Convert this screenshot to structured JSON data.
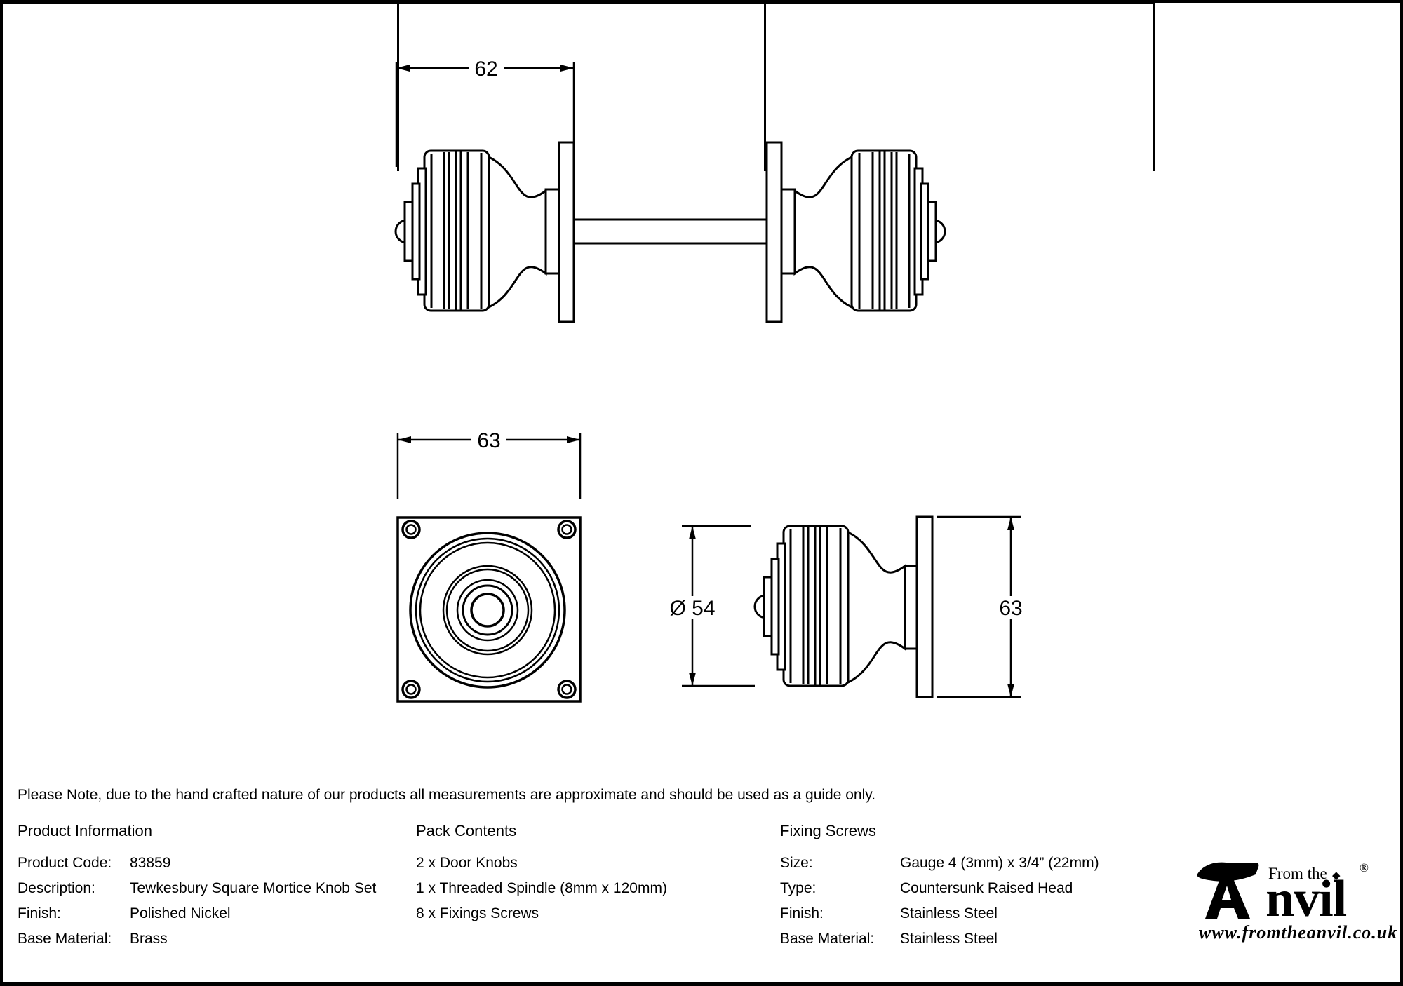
{
  "drawing": {
    "top_view": {
      "dim_width": "62"
    },
    "front_view": {
      "dim_width": "63"
    },
    "side_view": {
      "dim_diameter": "Ø 54",
      "dim_height": "63"
    }
  },
  "note": {
    "text": "Please Note, due to the hand crafted nature of our products all measurements are approximate and should be used as a guide only."
  },
  "table": {
    "product_information": {
      "header": "Product Information",
      "rows": [
        {
          "label": "Product Code:",
          "value": "83859"
        },
        {
          "label": "Description:",
          "value": "Tewkesbury Square Mortice Knob Set"
        },
        {
          "label": "Finish:",
          "value": "Polished Nickel"
        },
        {
          "label": "Base Material:",
          "value": "Brass"
        }
      ]
    },
    "pack_contents": {
      "header": "Pack Contents",
      "items": [
        "2 x Door Knobs",
        "1 x Threaded Spindle (8mm x 120mm)",
        "8 x Fixings Screws"
      ]
    },
    "fixing_screws": {
      "header": "Fixing Screws",
      "rows": [
        {
          "label": "Size:",
          "value": "Gauge 4 (3mm) x 3/4” (22mm)"
        },
        {
          "label": "Type:",
          "value": "Countersunk Raised Head"
        },
        {
          "label": "Finish:",
          "value": "Stainless Steel"
        },
        {
          "label": "Base Material:",
          "value": "Stainless Steel"
        }
      ]
    }
  },
  "logo": {
    "brand_top": "From the",
    "diamond": "◆",
    "brand_main": "Anvil",
    "brand_main_tail": "nvil",
    "registered": "®",
    "website": "www.fromtheanvil.co.uk"
  },
  "colors": {
    "ink": "#000000",
    "background": "#ffffff"
  }
}
